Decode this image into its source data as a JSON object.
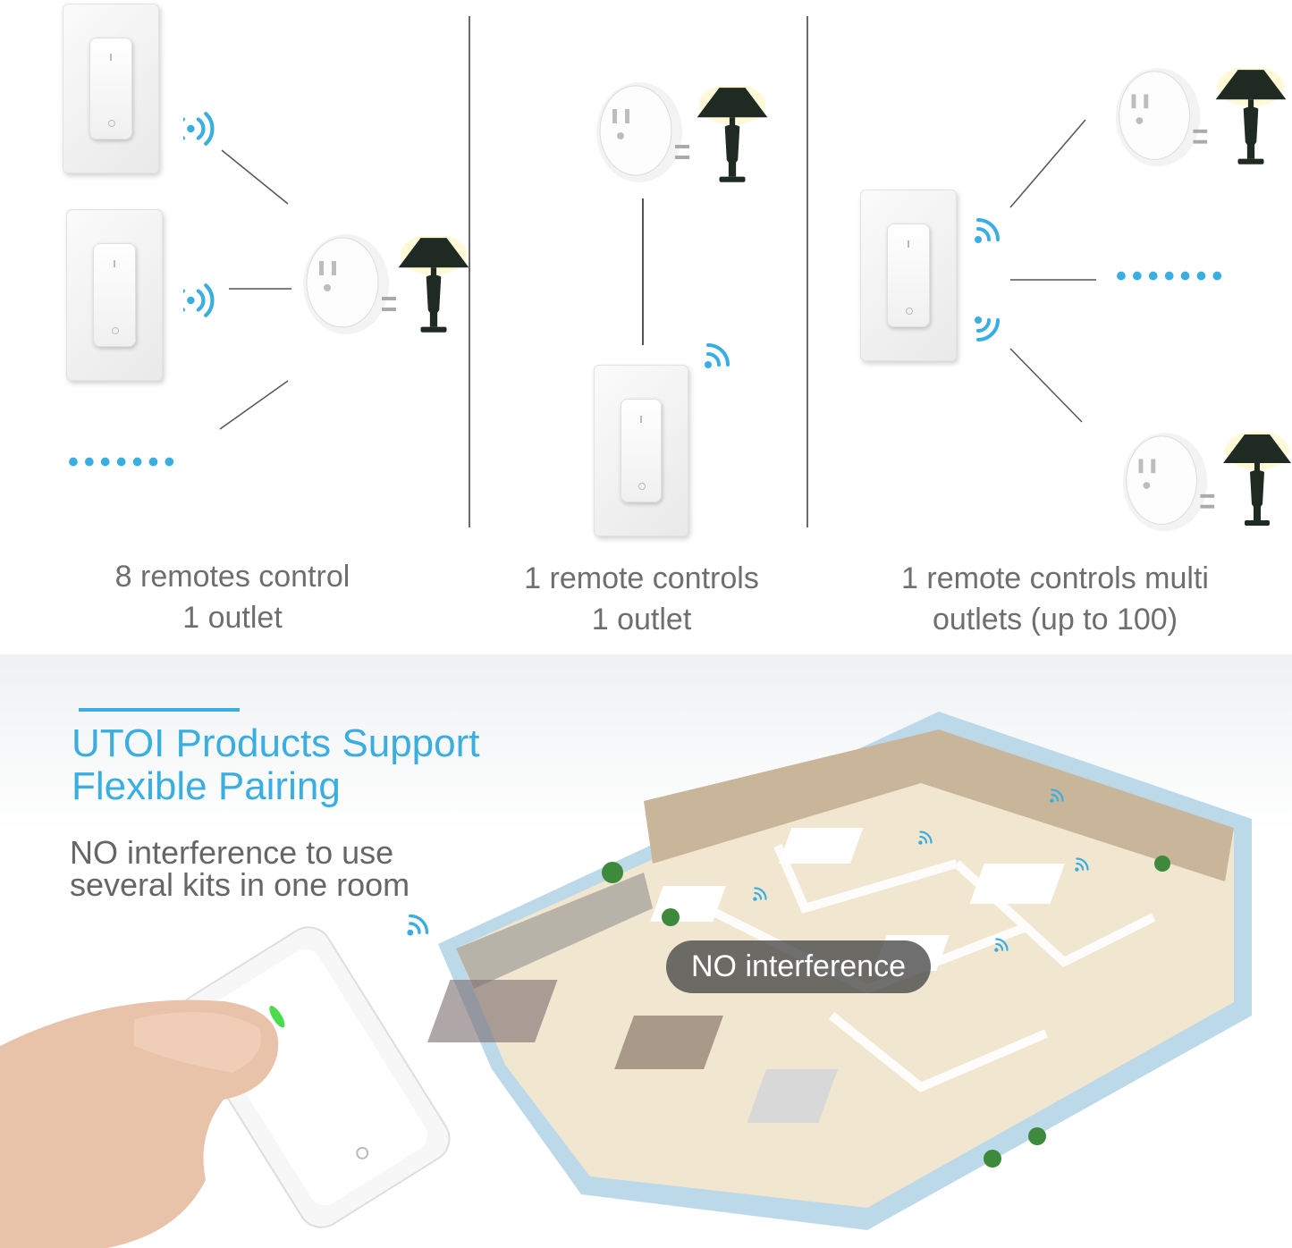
{
  "panels": [
    {
      "caption_line1": "8 remotes control",
      "caption_line2": "1 outlet"
    },
    {
      "caption_line1": "1 remote controls",
      "caption_line2": "1 outlet"
    },
    {
      "caption_line1": "1 remote controls multi",
      "caption_line2": "outlets (up to 100)"
    }
  ],
  "outlet_brand": "UTOI",
  "dots_text": "•••••••",
  "headline": {
    "line1": "UTOI Products Support",
    "line2": "Flexible Pairing"
  },
  "subtext": {
    "line1": "NO interference to use",
    "line2": "several kits in one room"
  },
  "floorplan_badge": "NO interference",
  "colors": {
    "accent": "#3aaee0",
    "caption": "#6e6e6e",
    "lamp": "#1e2a22"
  }
}
